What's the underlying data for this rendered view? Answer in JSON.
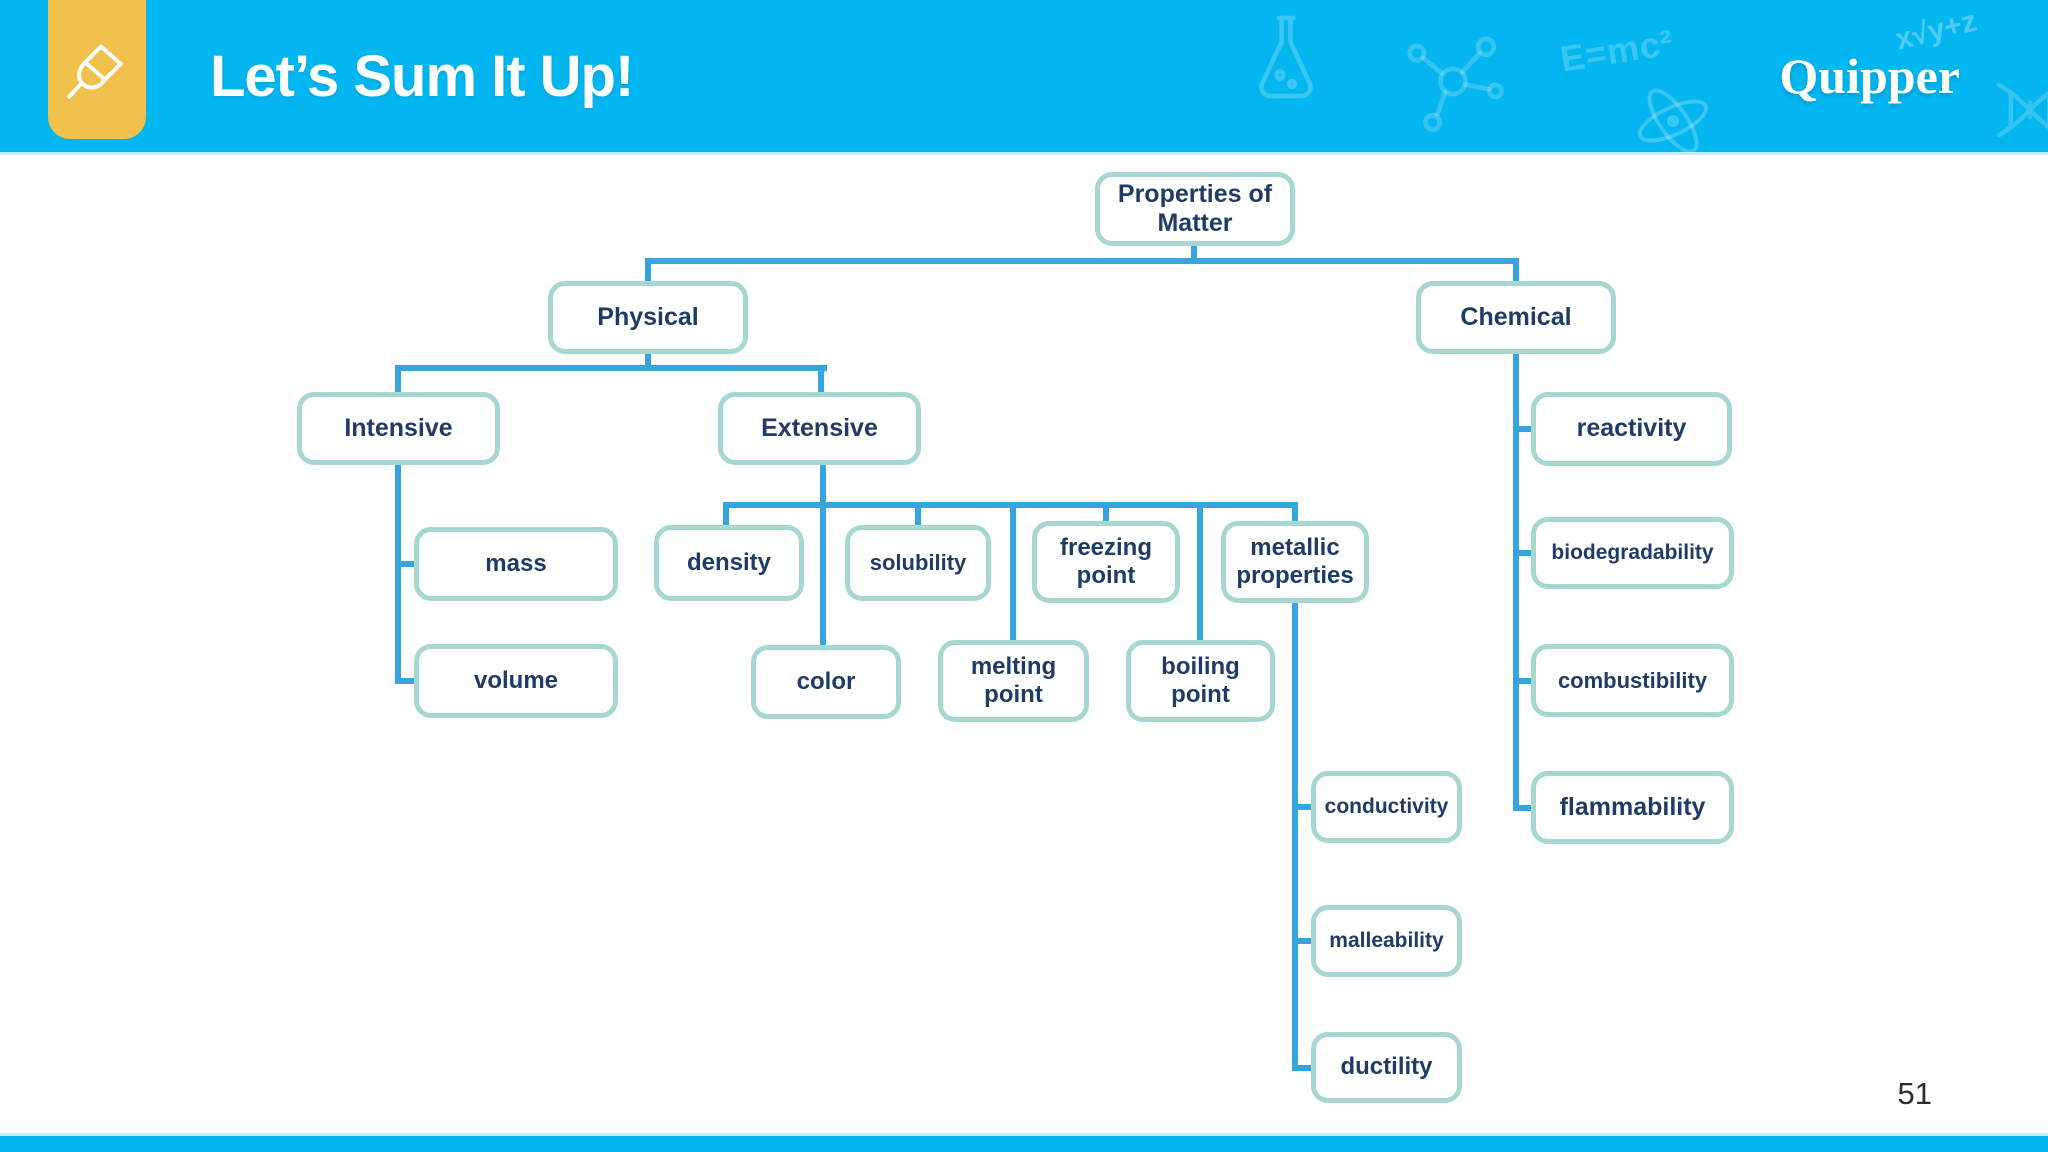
{
  "header": {
    "title": "Let’s Sum It Up!",
    "brand": "Quipper",
    "icon": "pushpin-icon",
    "doodles": {
      "equation": "E=mc²",
      "formula": "x√y+z"
    }
  },
  "footer": {
    "page_number": "51"
  },
  "colors": {
    "header_bg": "#04b6f0",
    "bookmark_yellow": "#f1c14e",
    "node_border": "#a7d7d1",
    "node_text": "#1f3b66",
    "connector_blue": "#36a5dd",
    "footer_bar": "#04b6f0"
  },
  "diagram": {
    "type": "tree",
    "title": "Properties of Matter concept map",
    "nodes": {
      "properties_of_matter": {
        "label": "Properties of Matter"
      },
      "physical": {
        "label": "Physical"
      },
      "chemical": {
        "label": "Chemical"
      },
      "intensive": {
        "label": "Intensive"
      },
      "extensive": {
        "label": "Extensive"
      },
      "mass": {
        "label": "mass"
      },
      "volume": {
        "label": "volume"
      },
      "density": {
        "label": "density"
      },
      "solubility": {
        "label": "solubility"
      },
      "freezing_point": {
        "label": "freezing point"
      },
      "metallic_properties": {
        "label": "metallic properties"
      },
      "color": {
        "label": "color"
      },
      "melting_point": {
        "label": "melting point"
      },
      "boiling_point": {
        "label": "boiling point"
      },
      "conductivity": {
        "label": "conductivity"
      },
      "malleability": {
        "label": "malleability"
      },
      "ductility": {
        "label": "ductility"
      },
      "reactivity": {
        "label": "reactivity"
      },
      "biodegradability": {
        "label": "biodegradability"
      },
      "combustibility": {
        "label": "combustibility"
      },
      "flammability": {
        "label": "flammability"
      }
    },
    "hierarchy": [
      {
        "parent": "Properties of Matter",
        "children": [
          "Physical",
          "Chemical"
        ]
      },
      {
        "parent": "Physical",
        "children": [
          "Intensive",
          "Extensive"
        ]
      },
      {
        "parent": "Intensive",
        "children": [
          "mass",
          "volume"
        ]
      },
      {
        "parent": "Extensive",
        "children": [
          "density",
          "color",
          "solubility",
          "melting point",
          "freezing point",
          "boiling point",
          "metallic properties"
        ]
      },
      {
        "parent": "metallic properties",
        "children": [
          "conductivity",
          "malleability",
          "ductility"
        ]
      },
      {
        "parent": "Chemical",
        "children": [
          "reactivity",
          "biodegradability",
          "combustibility",
          "flammability"
        ]
      }
    ]
  }
}
